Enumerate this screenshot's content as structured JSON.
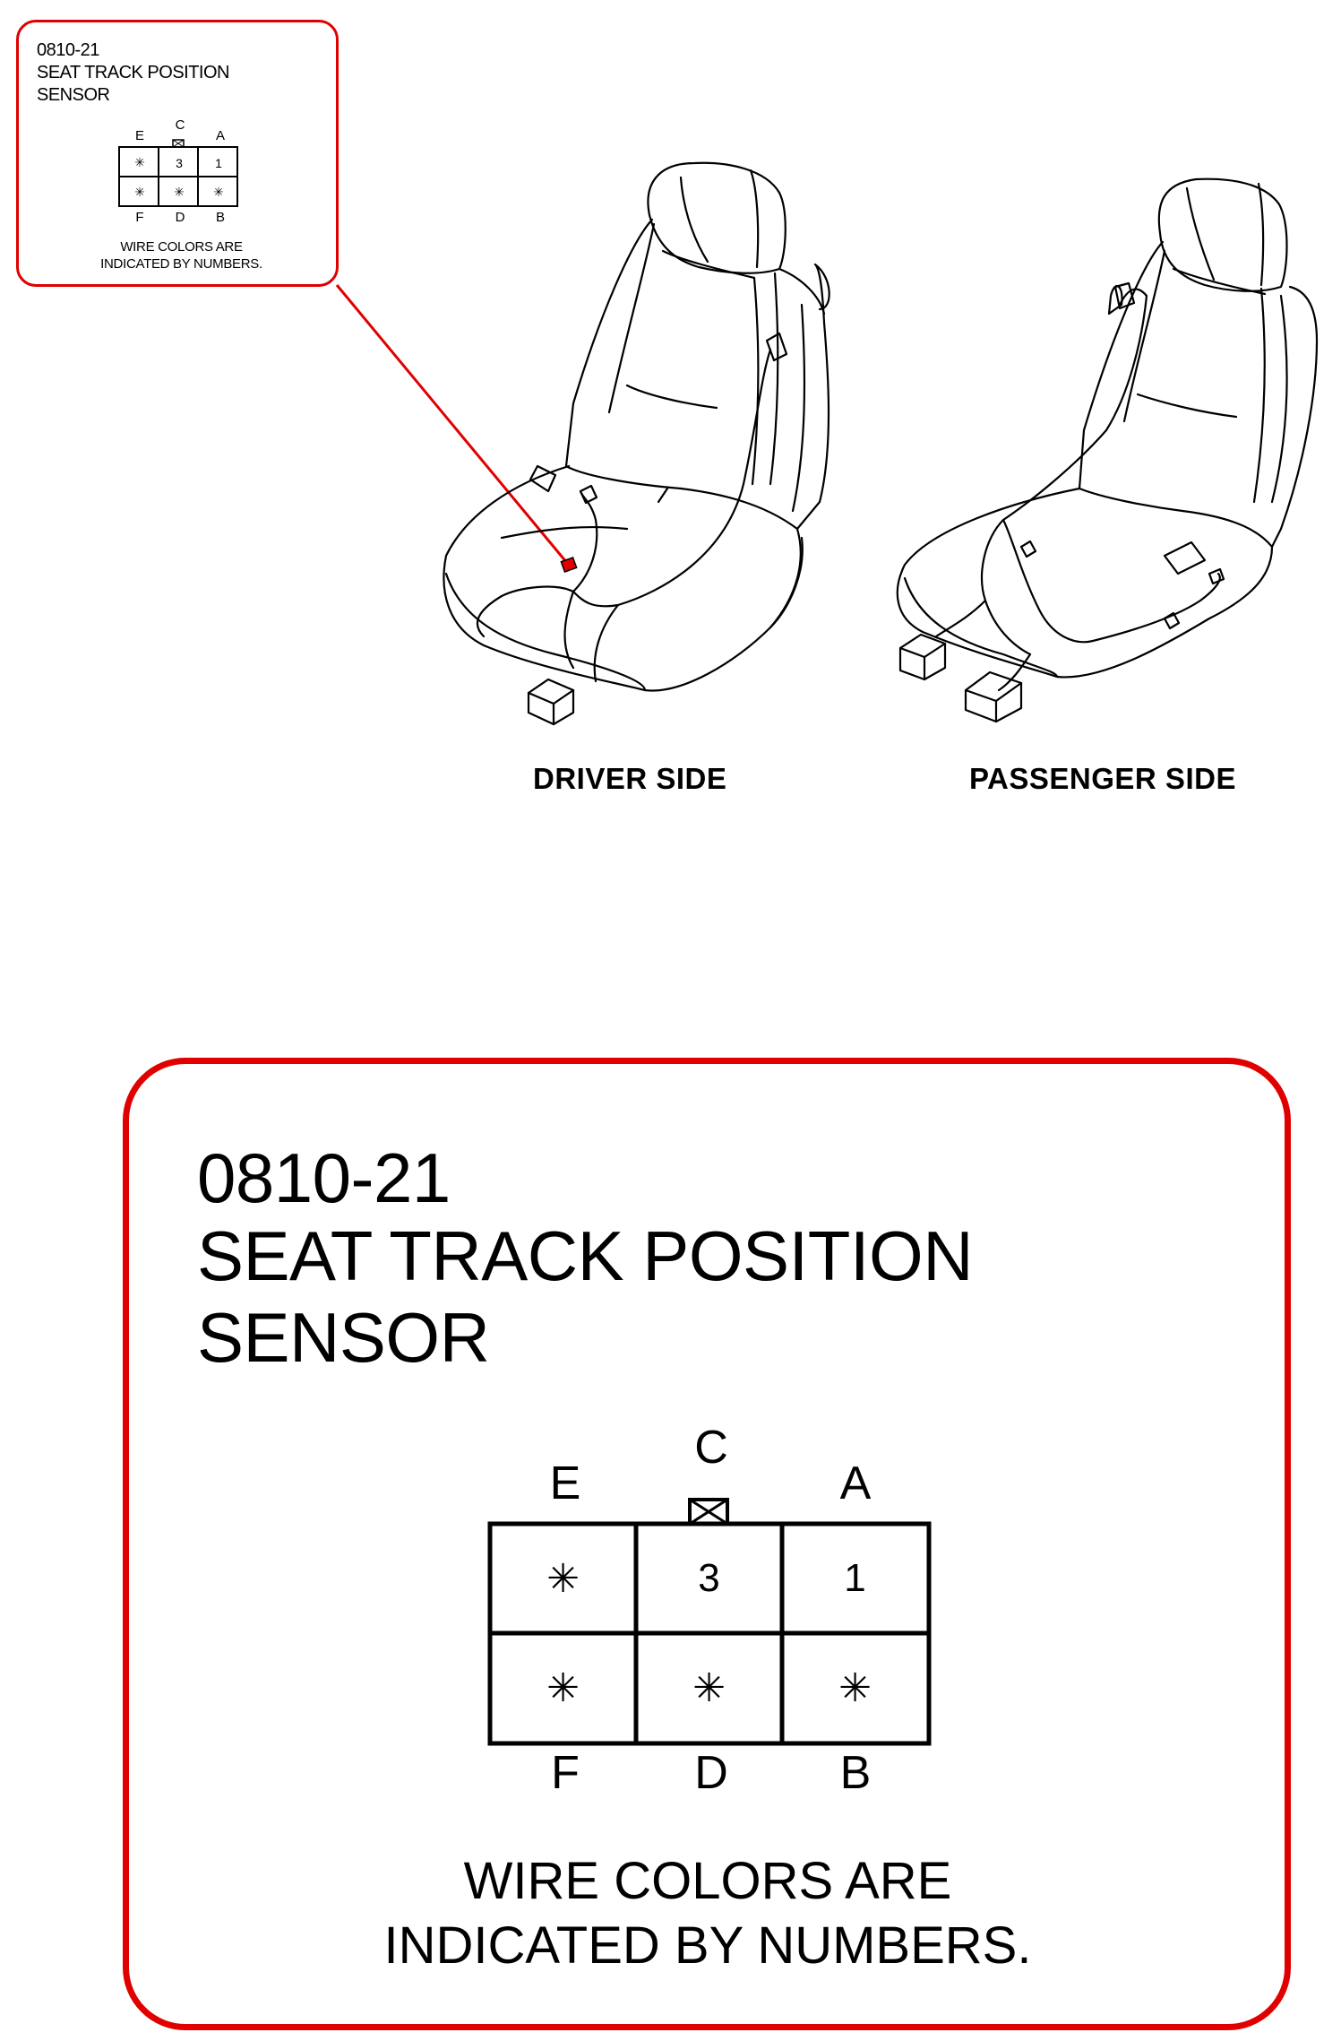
{
  "inset": {
    "code": "0810-21",
    "title_line1": "SEAT TRACK POSITION",
    "title_line2": "SENSOR",
    "pins": {
      "top": [
        "E",
        "C",
        "A"
      ],
      "bottom": [
        "F",
        "D",
        "B"
      ]
    },
    "cells": {
      "top": [
        "✳",
        "3",
        "1"
      ],
      "bottom": [
        "✳",
        "✳",
        "✳"
      ]
    },
    "note_line1": "WIRE COLORS ARE",
    "note_line2": "INDICATED BY NUMBERS."
  },
  "labels": {
    "driver_side": "DRIVER SIDE",
    "passenger_side": "PASSENGER SIDE"
  },
  "connector": {
    "code": "0810-21",
    "title_line1": "SEAT TRACK POSITION",
    "title_line2": "SENSOR",
    "pins": {
      "top": [
        "E",
        "C",
        "A"
      ],
      "bottom": [
        "F",
        "D",
        "B"
      ]
    },
    "cells": {
      "top": [
        "✳",
        "3",
        "1"
      ],
      "bottom": [
        "✳",
        "✳",
        "✳"
      ]
    },
    "note_line1": "WIRE COLORS ARE",
    "note_line2": "INDICATED BY NUMBERS."
  },
  "colors": {
    "callout": "#e00000",
    "line": "#000000",
    "highlight_connector": "#e00000"
  }
}
